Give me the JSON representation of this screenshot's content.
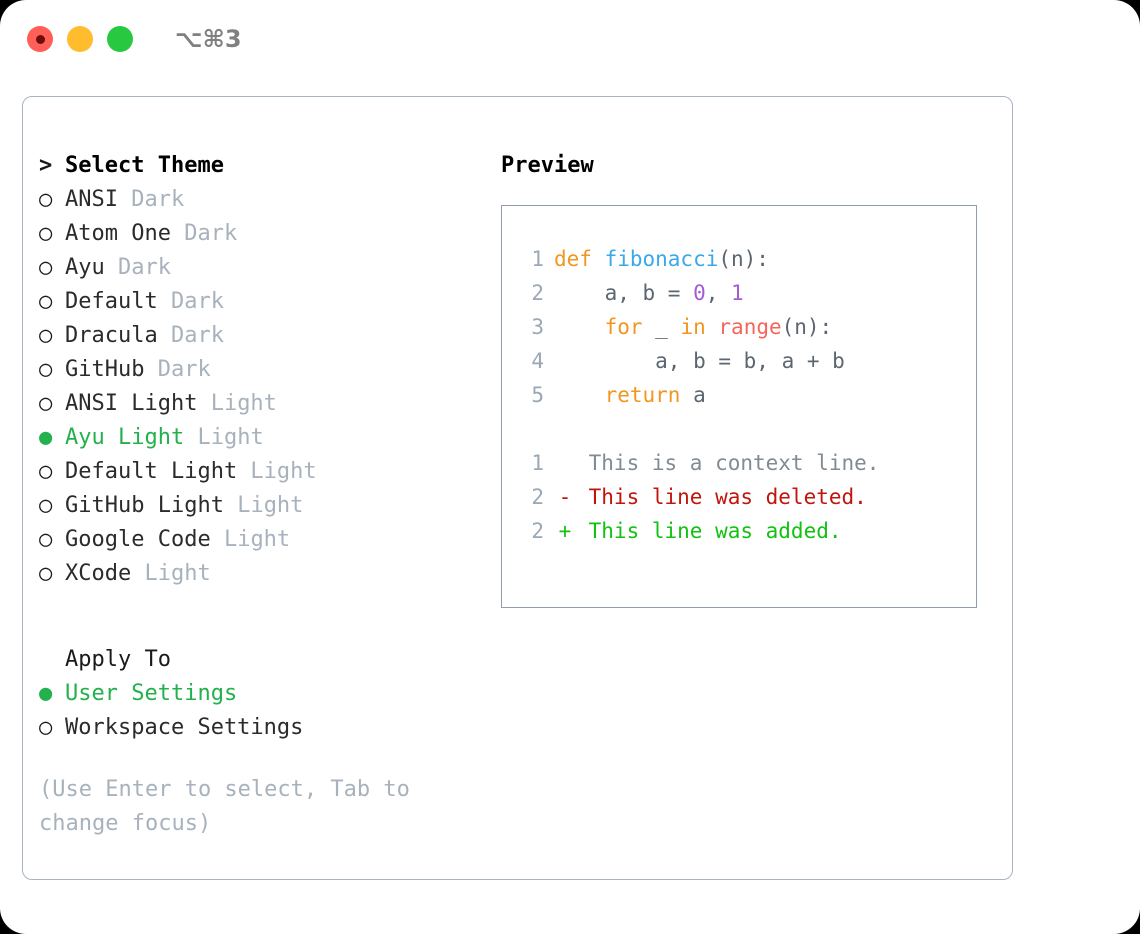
{
  "titlebar": {
    "shortcut": "⌥⌘3",
    "buttons": [
      "close",
      "minimize",
      "maximize"
    ]
  },
  "theme_panel": {
    "header": {
      "marker": ">",
      "label": "Select Theme"
    },
    "items": [
      {
        "marker": "○",
        "name": "ANSI",
        "kind": "Dark",
        "selected": false
      },
      {
        "marker": "○",
        "name": "Atom One",
        "kind": "Dark",
        "selected": false
      },
      {
        "marker": "○",
        "name": "Ayu",
        "kind": "Dark",
        "selected": false
      },
      {
        "marker": "○",
        "name": "Default",
        "kind": "Dark",
        "selected": false
      },
      {
        "marker": "○",
        "name": "Dracula",
        "kind": "Dark",
        "selected": false
      },
      {
        "marker": "○",
        "name": "GitHub",
        "kind": "Dark",
        "selected": false
      },
      {
        "marker": "○",
        "name": "ANSI Light",
        "kind": "Light",
        "selected": false
      },
      {
        "marker": "●",
        "name": "Ayu Light",
        "kind": "Light",
        "selected": true
      },
      {
        "marker": "○",
        "name": "Default Light",
        "kind": "Light",
        "selected": false
      },
      {
        "marker": "○",
        "name": "GitHub Light",
        "kind": "Light",
        "selected": false
      },
      {
        "marker": "○",
        "name": "Google Code",
        "kind": "Light",
        "selected": false
      },
      {
        "marker": "○",
        "name": "XCode",
        "kind": "Light",
        "selected": false
      }
    ],
    "apply_to": {
      "title": "Apply To",
      "options": [
        {
          "marker": "●",
          "name": "User Settings",
          "selected": true
        },
        {
          "marker": "○",
          "name": "Workspace Settings",
          "selected": false
        }
      ]
    },
    "hint": "(Use Enter to select, Tab to change focus)"
  },
  "preview": {
    "title": "Preview",
    "code_lines": [
      {
        "lineno": "1",
        "tokens": [
          {
            "text": "def ",
            "type": "kw"
          },
          {
            "text": "fibonacci",
            "type": "fn"
          },
          {
            "text": "(n):",
            "type": "txt"
          }
        ]
      },
      {
        "lineno": "2",
        "tokens": [
          {
            "text": "    a, b = ",
            "type": "txt"
          },
          {
            "text": "0",
            "type": "num"
          },
          {
            "text": ", ",
            "type": "txt"
          },
          {
            "text": "1",
            "type": "num"
          }
        ]
      },
      {
        "lineno": "3",
        "tokens": [
          {
            "text": "    ",
            "type": "txt"
          },
          {
            "text": "for",
            "type": "kw"
          },
          {
            "text": " _ ",
            "type": "txt"
          },
          {
            "text": "in",
            "type": "kw"
          },
          {
            "text": " ",
            "type": "txt"
          },
          {
            "text": "range",
            "type": "call"
          },
          {
            "text": "(n):",
            "type": "txt"
          }
        ]
      },
      {
        "lineno": "4",
        "tokens": [
          {
            "text": "        a, b = b, a + b",
            "type": "txt"
          }
        ]
      },
      {
        "lineno": "5",
        "tokens": [
          {
            "text": "    ",
            "type": "txt"
          },
          {
            "text": "return",
            "type": "kw"
          },
          {
            "text": " a",
            "type": "txt"
          }
        ]
      }
    ],
    "diff_lines": [
      {
        "lineno": "1",
        "mark": " ",
        "text": "This is a context line.",
        "type": "ctx"
      },
      {
        "lineno": "2",
        "mark": "-",
        "text": "This line was deleted.",
        "type": "del"
      },
      {
        "lineno": "2",
        "mark": "+",
        "text": "This line was added.",
        "type": "add"
      }
    ]
  },
  "colors": {
    "accent_green": "#22b14c",
    "muted": "#a8b2bd",
    "border": "#aab4c0",
    "preview_border": "#8f9daf",
    "keyword": "#f2961f",
    "function": "#3aa9e8",
    "number": "#a45cd6",
    "call": "#f4665c",
    "diff_delete": "#c0150c",
    "diff_add": "#11c211"
  }
}
